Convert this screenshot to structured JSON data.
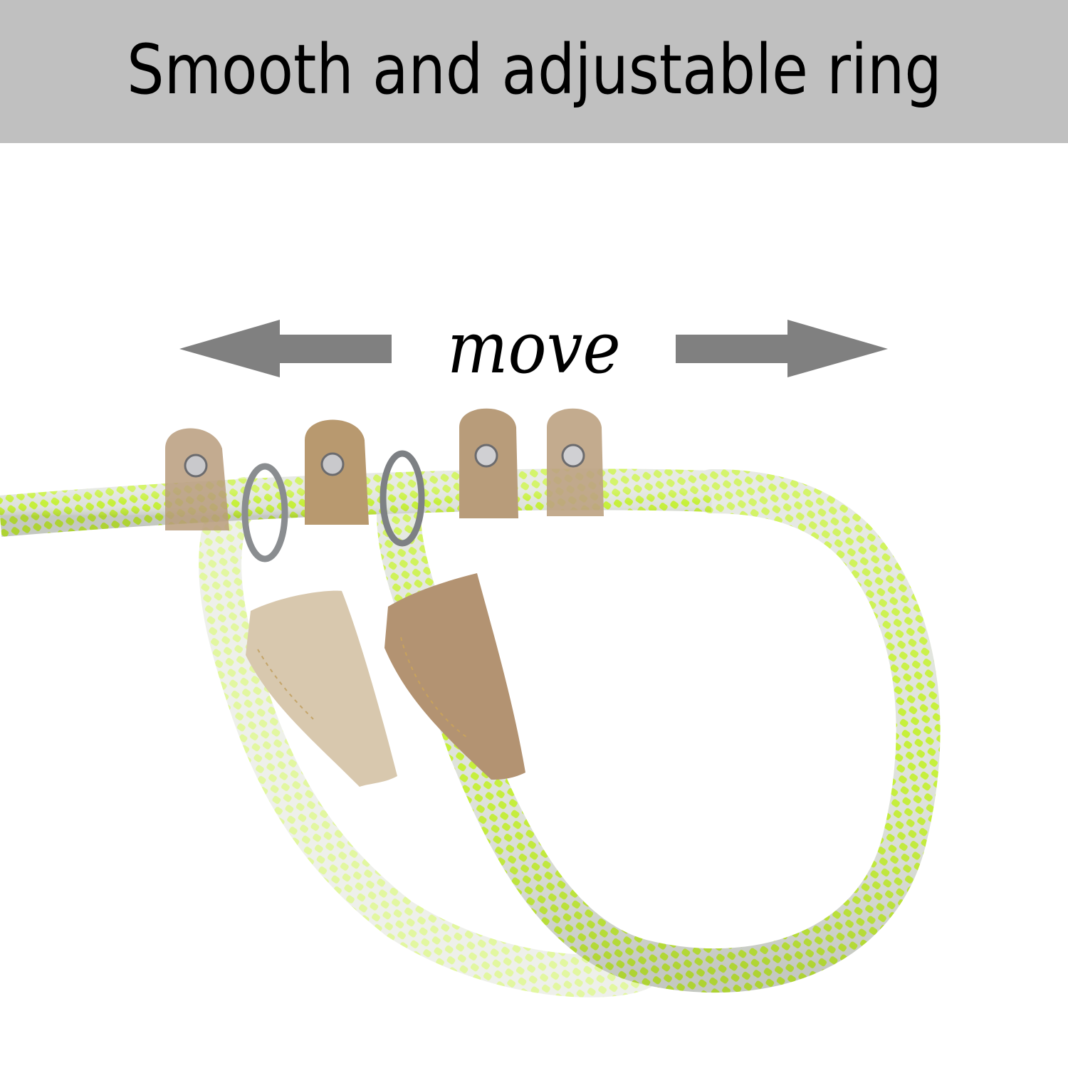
{
  "banner": {
    "title": "Smooth and adjustable ring",
    "background": "#c0c0c0"
  },
  "annotation": {
    "label": "move",
    "arrows": [
      "arrow-left-icon",
      "arrow-right-icon"
    ],
    "arrow_color": "#808080"
  },
  "product": {
    "description": "Neon green and silver braided rope slip leash with tan leather stoppers and metal O-rings",
    "rope_colors": [
      "#c8f03a",
      "#d9dcd6"
    ],
    "leather_colors": [
      "#b99b78",
      "#d8c7ae"
    ],
    "ring_color": "#8a8d90"
  }
}
